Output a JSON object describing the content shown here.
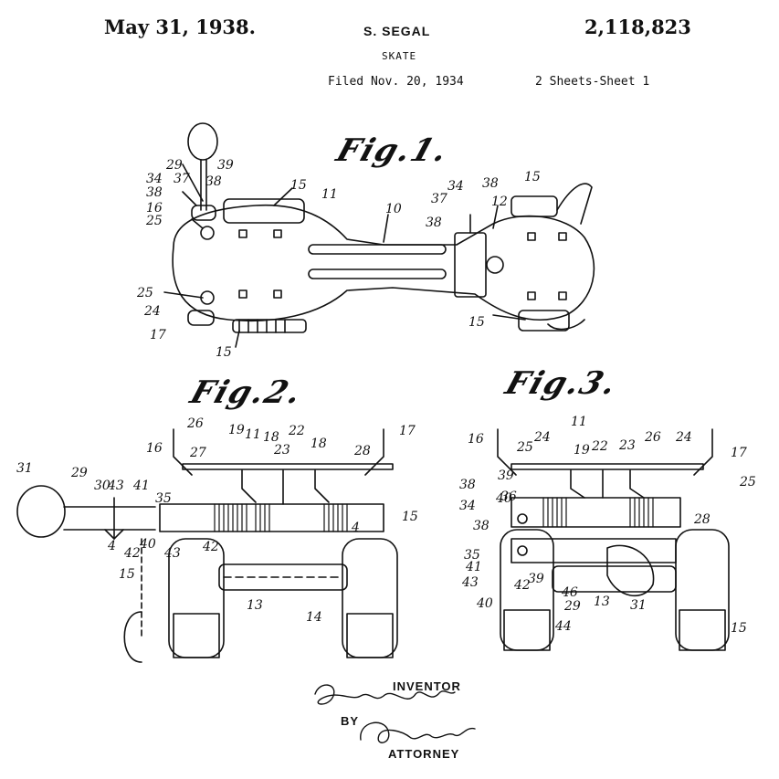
{
  "header": {
    "date": "May 31, 1938.",
    "inventor_name": "S. SEGAL",
    "patent_number": "2,118,823",
    "title": "SKATE",
    "filed": "Filed Nov. 20, 1934",
    "sheets": "2 Sheets-Sheet 1"
  },
  "figures": {
    "fig1": "Fig.1.",
    "fig2": "Fig.2.",
    "fig3": "Fig.3."
  },
  "signature": {
    "inventor_role": "INVENTOR",
    "by": "BY",
    "attorney_role": "ATTORNEY"
  },
  "refs": {
    "fig1": [
      "29",
      "39",
      "34",
      "37",
      "38",
      "38",
      "16",
      "25",
      "15",
      "11",
      "10",
      "34",
      "38",
      "37",
      "38",
      "12",
      "15",
      "25",
      "24",
      "17",
      "15",
      "15"
    ],
    "fig2": [
      "26",
      "19",
      "11",
      "18",
      "22",
      "23",
      "18",
      "17",
      "16",
      "27",
      "28",
      "31",
      "29",
      "30",
      "43",
      "41",
      "35",
      "40",
      "42",
      "42",
      "43",
      "4",
      "4",
      "15",
      "15",
      "13",
      "14"
    ],
    "fig3": [
      "11",
      "16",
      "25",
      "24",
      "19",
      "22",
      "23",
      "26",
      "24",
      "17",
      "39",
      "25",
      "38",
      "40",
      "36",
      "34",
      "28",
      "38",
      "35",
      "41",
      "43",
      "39",
      "42",
      "40",
      "46",
      "29",
      "13",
      "31",
      "44",
      "15"
    ]
  }
}
